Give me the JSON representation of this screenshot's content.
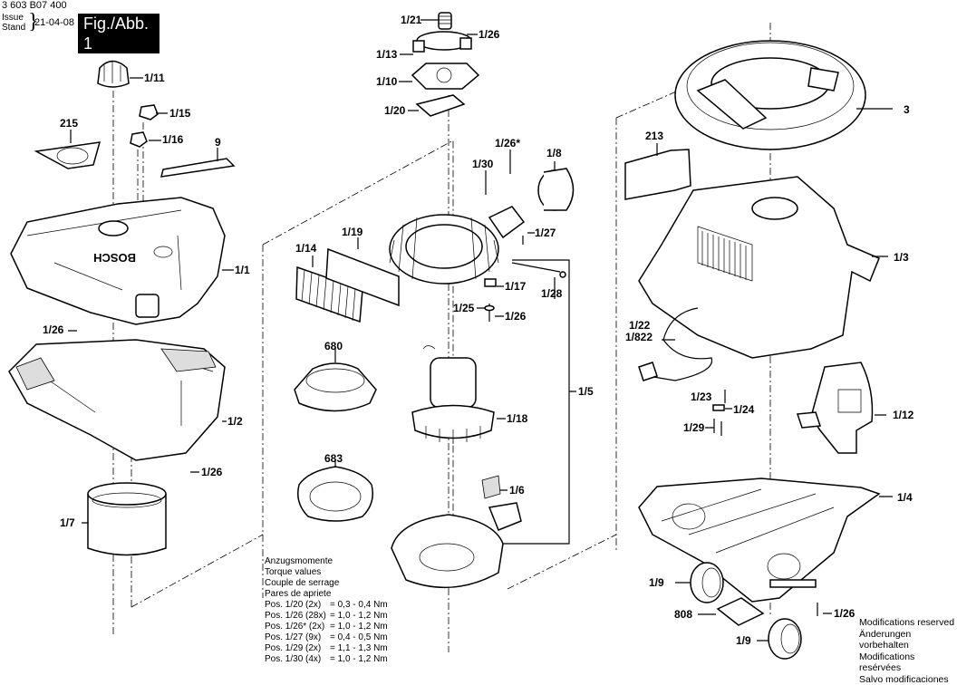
{
  "header": {
    "doc_number": "3 603 B07 400",
    "issue_label": "Issue",
    "stand_label": "Stand",
    "date": "21-04-08",
    "figure": "Fig./Abb. 1"
  },
  "part_labels": [
    {
      "id": "1/21",
      "text": "1/21"
    },
    {
      "id": "1/26-top",
      "text": "1/26"
    },
    {
      "id": "1/13",
      "text": "1/13"
    },
    {
      "id": "1/10",
      "text": "1/10"
    },
    {
      "id": "1/20",
      "text": "1/20"
    },
    {
      "id": "1/11",
      "text": "1/11"
    },
    {
      "id": "1/15",
      "text": "1/15"
    },
    {
      "id": "215",
      "text": "215"
    },
    {
      "id": "1/16",
      "text": "1/16"
    },
    {
      "id": "9",
      "text": "9"
    },
    {
      "id": "1/1",
      "text": "1/1"
    },
    {
      "id": "1/26-left",
      "text": "1/26"
    },
    {
      "id": "1/2",
      "text": "1/2"
    },
    {
      "id": "1/26-left-bottom",
      "text": "1/26"
    },
    {
      "id": "1/7",
      "text": "1/7"
    },
    {
      "id": "1/26-star",
      "text": "1/26*"
    },
    {
      "id": "1/8",
      "text": "1/8"
    },
    {
      "id": "1/30",
      "text": "1/30"
    },
    {
      "id": "1/27",
      "text": "1/27"
    },
    {
      "id": "1/14",
      "text": "1/14"
    },
    {
      "id": "1/19",
      "text": "1/19"
    },
    {
      "id": "1/17",
      "text": "1/17"
    },
    {
      "id": "1/28",
      "text": "1/28"
    },
    {
      "id": "1/25",
      "text": "1/25"
    },
    {
      "id": "1/26-mid",
      "text": "1/26"
    },
    {
      "id": "680",
      "text": "680"
    },
    {
      "id": "1/5",
      "text": "1/5"
    },
    {
      "id": "1/18",
      "text": "1/18"
    },
    {
      "id": "683",
      "text": "683"
    },
    {
      "id": "1/6",
      "text": "1/6"
    },
    {
      "id": "3",
      "text": "3"
    },
    {
      "id": "213",
      "text": "213"
    },
    {
      "id": "1/3",
      "text": "1/3"
    },
    {
      "id": "1/22",
      "text": "1/22"
    },
    {
      "id": "1/822",
      "text": "1/822"
    },
    {
      "id": "1/23",
      "text": "1/23"
    },
    {
      "id": "1/24",
      "text": "1/24"
    },
    {
      "id": "1/29",
      "text": "1/29"
    },
    {
      "id": "1/12",
      "text": "1/12"
    },
    {
      "id": "1/4",
      "text": "1/4"
    },
    {
      "id": "1/9-a",
      "text": "1/9"
    },
    {
      "id": "808",
      "text": "808"
    },
    {
      "id": "1/26-right",
      "text": "1/26"
    },
    {
      "id": "1/9-b",
      "text": "1/9"
    }
  ],
  "torque": {
    "titles": [
      "Anzugsmomente",
      "Torque values",
      "Couple de serrage",
      "Pares de apriete"
    ],
    "rows": [
      {
        "pos": "Pos. 1/20 (2x)",
        "value": "= 0,3 - 0,4 Nm"
      },
      {
        "pos": "Pos. 1/26 (28x)",
        "value": "= 1,0 - 1,2 Nm"
      },
      {
        "pos": "Pos. 1/26* (2x)",
        "value": "= 1,0 - 1,2 Nm"
      },
      {
        "pos": "Pos. 1/27 (9x)",
        "value": "= 0,4 - 0,5 Nm"
      },
      {
        "pos": "Pos. 1/29 (2x)",
        "value": "= 1,1 - 1,3 Nm"
      },
      {
        "pos": "Pos. 1/30 (4x)",
        "value": "= 1,0 - 1,2 Nm"
      }
    ]
  },
  "modifications": [
    "Modifications reserved",
    "Änderungen vorbehalten",
    "Modifications resérvées",
    "Salvo modificaciones"
  ]
}
